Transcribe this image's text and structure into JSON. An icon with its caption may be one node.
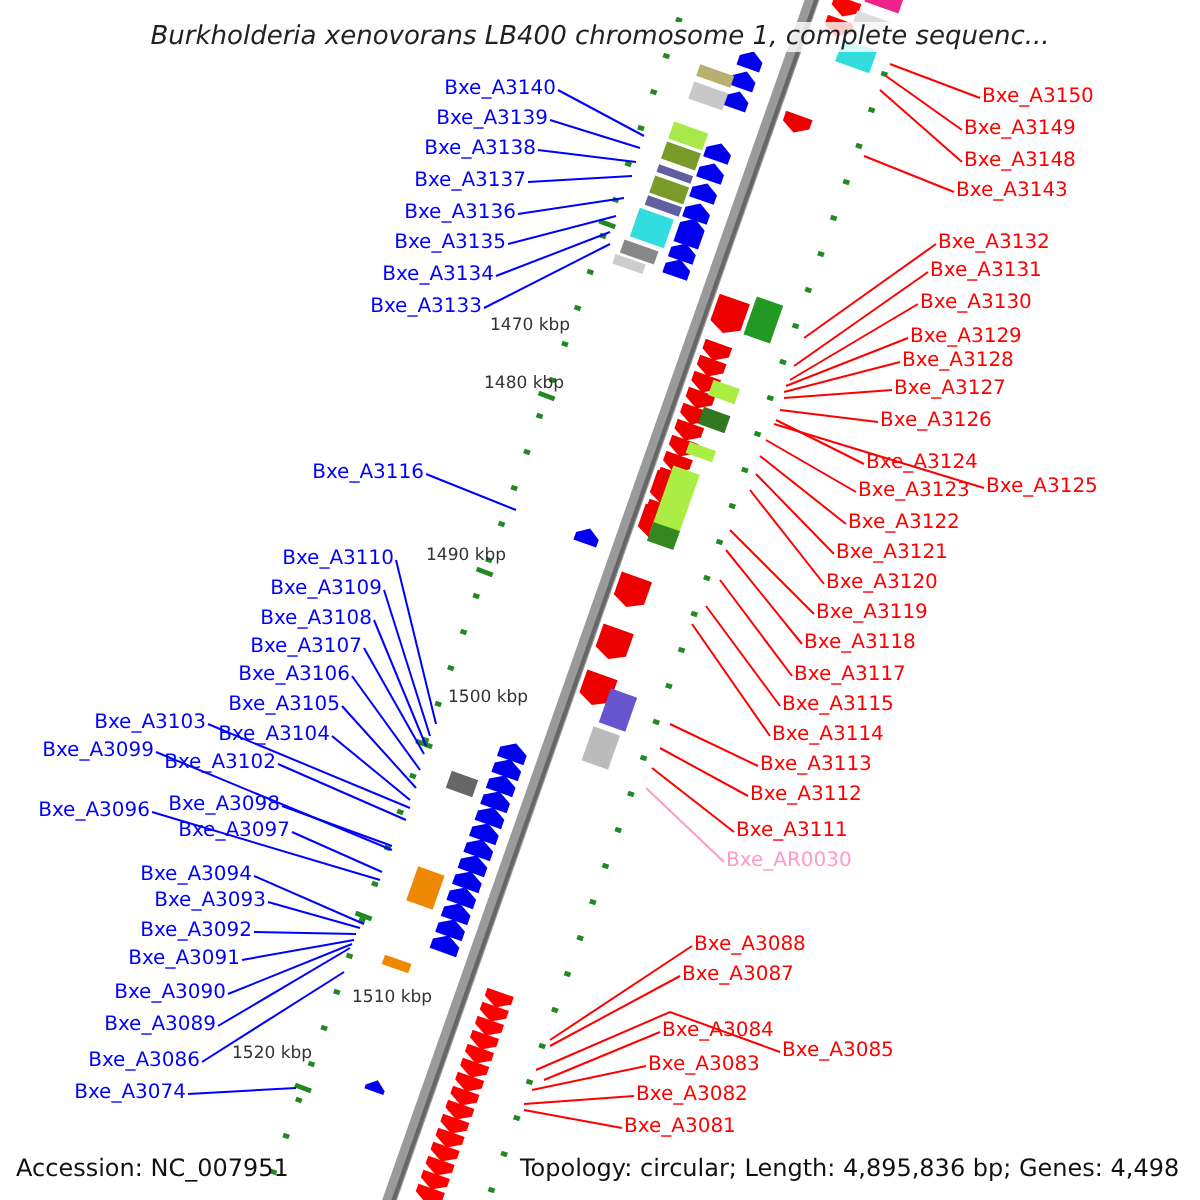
{
  "diagram": {
    "title": "Burkholderia xenovorans LB400 chromosome 1, complete sequenc...",
    "nodes": [
      {
        "text": [
          "Bxe_A3140"
        ]
      },
      {
        "text": [
          "Bxe_A3139"
        ]
      },
      {
        "text": [
          "Bxe_A3138"
        ]
      },
      {
        "text": [
          "Bxe_A3137"
        ]
      },
      {
        "text": [
          "Bxe_A3136"
        ]
      },
      {
        "text": [
          "Bxe_A3135"
        ]
      },
      {
        "text": [
          "Bxe_A3134"
        ]
      },
      {
        "text": [
          "Bxe_A3133"
        ]
      },
      {
        "text": [
          "Bxe_A3150"
        ]
      },
      {
        "text": [
          "Bxe_A3149"
        ]
      },
      {
        "text": [
          "Bxe_A3148"
        ]
      },
      {
        "text": [
          "Bxe_A3143"
        ]
      },
      {
        "text": [
          "Bxe_A3132"
        ]
      },
      {
        "text": [
          "Bxe_A3131"
        ]
      },
      {
        "text": [
          "Bxe_A3130"
        ]
      },
      {
        "text": [
          "Bxe_A3129"
        ]
      },
      {
        "text": [
          "Bxe_A3128"
        ]
      },
      {
        "text": [
          "Bxe_A3127"
        ]
      },
      {
        "text": [
          "Bxe_A3126"
        ]
      },
      {
        "text": [
          "Bxe_A3124"
        ]
      },
      {
        "text": [
          "Bxe_A3125"
        ]
      },
      {
        "text": [
          "Bxe_A3123"
        ]
      },
      {
        "text": [
          "Bxe_A3122"
        ]
      },
      {
        "text": [
          "Bxe_A3121"
        ]
      },
      {
        "text": [
          "Bxe_A3120"
        ]
      },
      {
        "text": [
          "Bxe_A3119"
        ]
      },
      {
        "text": [
          "Bxe_A3118"
        ]
      },
      {
        "text": [
          "Bxe_A3117"
        ]
      },
      {
        "text": [
          "Bxe_A3115"
        ]
      },
      {
        "text": [
          "Bxe_A3114"
        ]
      },
      {
        "text": [
          "Bxe_A3113"
        ]
      },
      {
        "text": [
          "Bxe_A3112"
        ]
      },
      {
        "text": [
          "Bxe_A3111"
        ]
      },
      {
        "text": [
          "Bxe_AR0030"
        ]
      },
      {
        "text": [
          "Bxe_A3116"
        ]
      },
      {
        "text": [
          "Bxe_A3110"
        ]
      },
      {
        "text": [
          "Bxe_A3109"
        ]
      },
      {
        "text": [
          "Bxe_A3108"
        ]
      },
      {
        "text": [
          "Bxe_A3107"
        ]
      },
      {
        "text": [
          "Bxe_A3106"
        ]
      },
      {
        "text": [
          "Bxe_A3105"
        ]
      },
      {
        "text": [
          "Bxe_A3104"
        ]
      },
      {
        "text": [
          "Bxe_A3103"
        ]
      },
      {
        "text": [
          "Bxe_A3099"
        ]
      },
      {
        "text": [
          "Bxe_A3102"
        ]
      },
      {
        "text": [
          "Bxe_A3096"
        ]
      },
      {
        "text": [
          "Bxe_A3098"
        ]
      },
      {
        "text": [
          "Bxe_A3097"
        ]
      },
      {
        "text": [
          "Bxe_A3094"
        ]
      },
      {
        "text": [
          "Bxe_A3093"
        ]
      },
      {
        "text": [
          "Bxe_A3092"
        ]
      },
      {
        "text": [
          "Bxe_A3091"
        ]
      },
      {
        "text": [
          "Bxe_A3090"
        ]
      },
      {
        "text": [
          "Bxe_A3089"
        ]
      },
      {
        "text": [
          "Bxe_A3086"
        ]
      },
      {
        "text": [
          "Bxe_A3074"
        ]
      },
      {
        "text": [
          "Bxe_A3088"
        ]
      },
      {
        "text": [
          "Bxe_A3087"
        ]
      },
      {
        "text": [
          "Bxe_A3084"
        ]
      },
      {
        "text": [
          "Bxe_A3085"
        ]
      },
      {
        "text": [
          "Bxe_A3083"
        ]
      },
      {
        "text": [
          "Bxe_A3082"
        ]
      },
      {
        "text": [
          "Bxe_A3081"
        ]
      }
    ],
    "edges": [
      {
        "from": 0,
        "to": null,
        "arrow": "none",
        "color": "#0000ff"
      },
      {
        "from": 1,
        "to": null,
        "arrow": "none",
        "color": "#0000ff"
      },
      {
        "from": 2,
        "to": null,
        "arrow": "none",
        "color": "#0000ff"
      },
      {
        "from": 3,
        "to": null,
        "arrow": "none",
        "color": "#0000ff"
      },
      {
        "from": 4,
        "to": null,
        "arrow": "none",
        "color": "#0000ff"
      },
      {
        "from": 5,
        "to": null,
        "arrow": "none",
        "color": "#0000ff"
      },
      {
        "from": 6,
        "to": null,
        "arrow": "none",
        "color": "#0000ff"
      },
      {
        "from": 7,
        "to": null,
        "arrow": "none",
        "color": "#0000ff"
      },
      {
        "from": 8,
        "to": null,
        "arrow": "none"
      },
      {
        "from": 9,
        "to": null,
        "arrow": "none"
      },
      {
        "from": 10,
        "to": null,
        "arrow": "none"
      },
      {
        "from": 11,
        "to": null,
        "arrow": "none"
      },
      {
        "from": 12,
        "to": null,
        "arrow": "none"
      },
      {
        "from": 13,
        "to": null,
        "arrow": "none"
      },
      {
        "from": 14,
        "to": null,
        "arrow": "none"
      },
      {
        "from": 15,
        "to": null,
        "arrow": "none"
      },
      {
        "from": 16,
        "to": null,
        "arrow": "none"
      },
      {
        "from": 17,
        "to": null,
        "arrow": "none"
      },
      {
        "from": 18,
        "to": null,
        "arrow": "none"
      },
      {
        "from": 19,
        "to": null,
        "arrow": "none"
      },
      {
        "from": 20,
        "to": null,
        "arrow": "none"
      },
      {
        "from": 21,
        "to": null,
        "arrow": "none"
      },
      {
        "from": 22,
        "to": null,
        "arrow": "none"
      },
      {
        "from": 23,
        "to": null,
        "arrow": "none"
      },
      {
        "from": 24,
        "to": null,
        "arrow": "none"
      },
      {
        "from": 25,
        "to": null,
        "arrow": "none"
      },
      {
        "from": 26,
        "to": null,
        "arrow": "none"
      },
      {
        "from": 27,
        "to": null,
        "arrow": "none"
      },
      {
        "from": 28,
        "to": null,
        "arrow": "none"
      },
      {
        "from": 29,
        "to": null,
        "arrow": "none"
      },
      {
        "from": 30,
        "to": null,
        "arrow": "none"
      },
      {
        "from": 31,
        "to": null,
        "arrow": "none"
      },
      {
        "from": 32,
        "to": null,
        "arrow": "none"
      },
      {
        "from": 33,
        "to": null,
        "arrow": "none",
        "color": "#ff99cc"
      },
      {
        "from": 34,
        "to": null,
        "arrow": "none",
        "color": "#0000ff"
      },
      {
        "from": 35,
        "to": null,
        "arrow": "none",
        "color": "#0000ff"
      },
      {
        "from": 36,
        "to": null,
        "arrow": "none",
        "color": "#0000ff"
      },
      {
        "from": 37,
        "to": null,
        "arrow": "none",
        "color": "#0000ff"
      },
      {
        "from": 38,
        "to": null,
        "arrow": "none",
        "color": "#0000ff"
      },
      {
        "from": 39,
        "to": null,
        "arrow": "none",
        "color": "#0000ff"
      },
      {
        "from": 40,
        "to": null,
        "arrow": "none",
        "color": "#0000ff"
      },
      {
        "from": 41,
        "to": null,
        "arrow": "none",
        "color": "#0000ff"
      },
      {
        "from": 42,
        "to": null,
        "arrow": "none",
        "color": "#0000ff"
      },
      {
        "from": 43,
        "to": null,
        "arrow": "none",
        "color": "#0000ff"
      },
      {
        "from": 44,
        "to": null,
        "arrow": "none",
        "color": "#0000ff"
      },
      {
        "from": 45,
        "to": null,
        "arrow": "none",
        "color": "#0000ff"
      },
      {
        "from": 46,
        "to": null,
        "arrow": "none",
        "color": "#0000ff"
      },
      {
        "from": 47,
        "to": null,
        "arrow": "none",
        "color": "#0000ff"
      },
      {
        "from": 48,
        "to": null,
        "arrow": "none",
        "color": "#0000ff"
      },
      {
        "from": 49,
        "to": null,
        "arrow": "none",
        "color": "#0000ff"
      },
      {
        "from": 50,
        "to": null,
        "arrow": "none",
        "color": "#0000ff"
      },
      {
        "from": 51,
        "to": null,
        "arrow": "none",
        "color": "#0000ff"
      },
      {
        "from": 52,
        "to": null,
        "arrow": "none",
        "color": "#0000ff"
      },
      {
        "from": 53,
        "to": null,
        "arrow": "none",
        "color": "#0000ff"
      },
      {
        "from": 54,
        "to": null,
        "arrow": "none",
        "color": "#0000ff"
      },
      {
        "from": 55,
        "to": null,
        "arrow": "none",
        "color": "#0000ff"
      },
      {
        "from": 56,
        "to": null,
        "arrow": "none"
      },
      {
        "from": 57,
        "to": null,
        "arrow": "none"
      },
      {
        "from": 58,
        "to": null,
        "arrow": "none"
      },
      {
        "from": 59,
        "to": null,
        "arrow": "none"
      },
      {
        "from": 60,
        "to": null,
        "arrow": "none"
      },
      {
        "from": 61,
        "to": null,
        "arrow": "none"
      },
      {
        "from": 62,
        "to": null,
        "arrow": "none"
      }
    ],
    "labels": [
      "1470 kbp",
      "1480 kbp",
      "1490 kbp",
      "1500 kbp",
      "1510 kbp",
      "1520 kbp",
      "Accession: NC_007951",
      "Topology: circular; Length: 4,895,836 bp; Genes: 4,498"
    ]
  }
}
